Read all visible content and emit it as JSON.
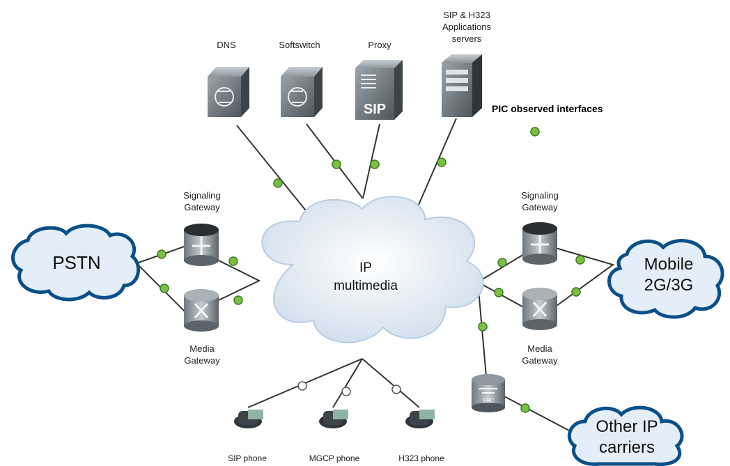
{
  "servers": {
    "dns": "DNS",
    "softswitch": "Softswitch",
    "proxy": "Proxy",
    "proxy_badge": "SIP",
    "app_line1": "SIP & H323",
    "app_line2": "Applications",
    "app_line3": "servers"
  },
  "legend": {
    "label": "PIC observed interfaces"
  },
  "clouds": {
    "pstn": "PSTN",
    "ip_line1": "IP",
    "ip_line2": "multimedia",
    "mobile_line1": "Mobile",
    "mobile_line2": "2G/3G",
    "other_line1": "Other IP",
    "other_line2": "carriers"
  },
  "gateways": {
    "left_sig_line1": "Signaling",
    "left_sig_line2": "Gateway",
    "left_media_line1": "Media",
    "left_media_line2": "Gateway",
    "right_sig_line1": "Signaling",
    "right_sig_line2": "Gateway",
    "right_media_line1": "Media",
    "right_media_line2": "Gateway",
    "sbc_badge": "SBC"
  },
  "phones": {
    "sip": "SIP phone",
    "mgcp": "MGCP phone",
    "h323": "H323 phone"
  },
  "colors": {
    "cloud_fill": "#e4eef8",
    "cloud_stroke": "#0b4f8a",
    "ip_cloud_fill": "#dfe9f3",
    "interface_dot": "#7bc043",
    "interface_dot_stroke": "#3d7a1f",
    "unobserved_dot": "#ffffff"
  }
}
